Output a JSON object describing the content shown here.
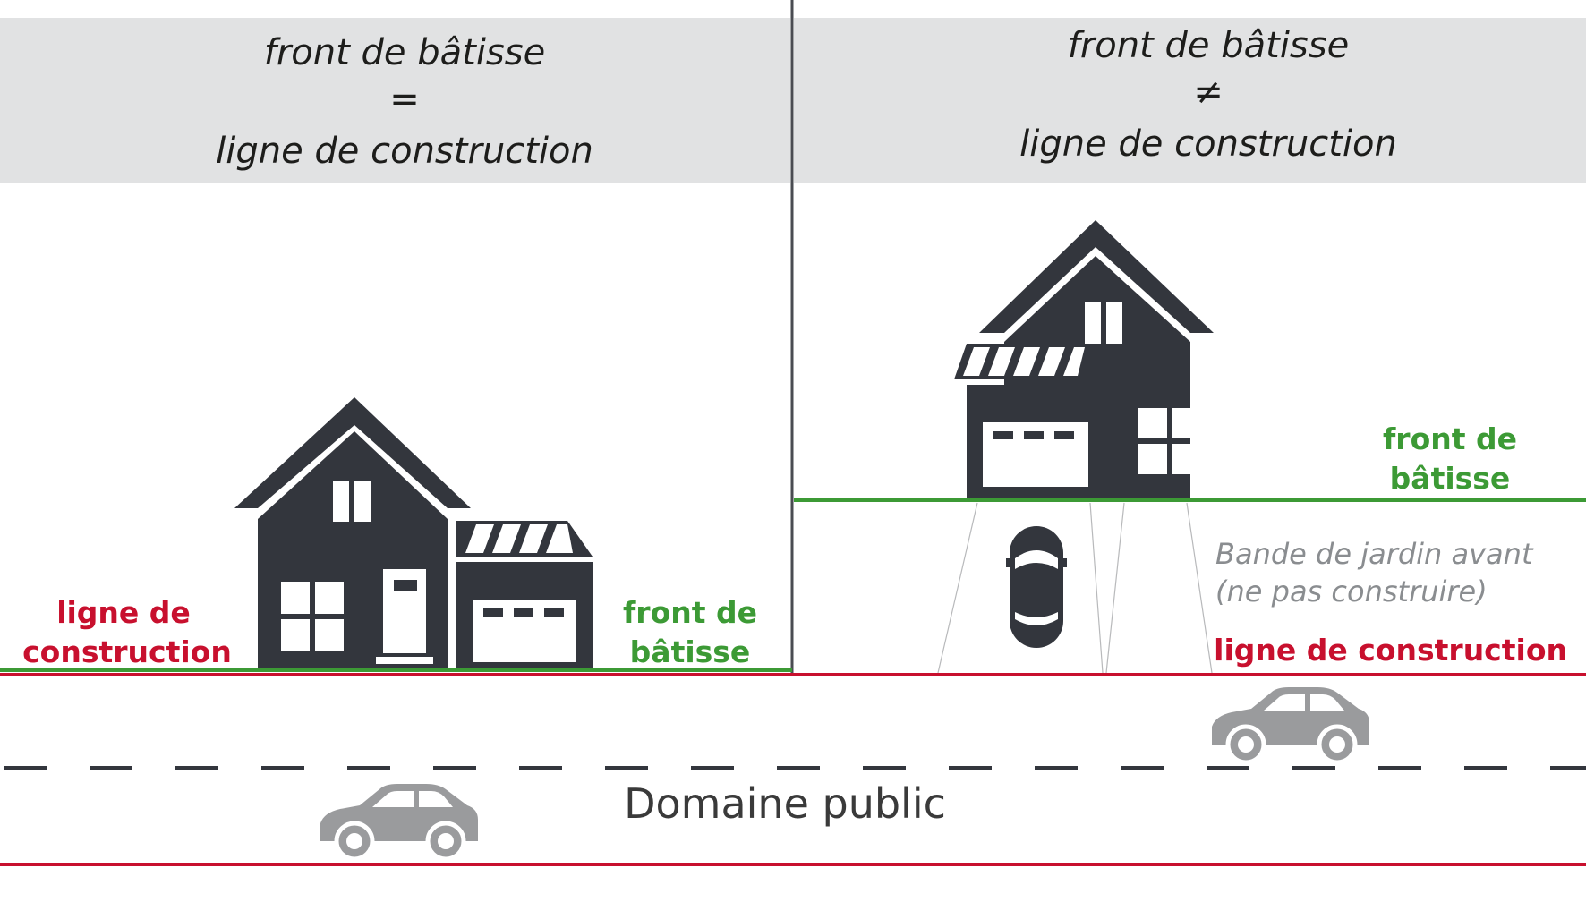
{
  "panels": {
    "left": {
      "header": [
        "front de bâtisse",
        "=",
        "ligne de construction"
      ],
      "construction_label": [
        "ligne de",
        "construction"
      ],
      "front_label": [
        "front de",
        "bâtisse"
      ]
    },
    "right": {
      "header": [
        "front de bâtisse",
        "≠",
        "ligne de construction"
      ],
      "front_label": [
        "front de",
        "bâtisse"
      ],
      "garden_label": [
        "Bande de jardin avant",
        "(ne pas construire)"
      ],
      "construction_label": "ligne de construction"
    }
  },
  "road": {
    "label": "Domaine public"
  },
  "colors": {
    "header_bg": "#e1e2e3",
    "house": "#33363d",
    "construction_line": "#c8102e",
    "front_line": "#3c9a35",
    "car": "#9a9b9d",
    "divider": "#4a4c52"
  },
  "icons": [
    "house-icon",
    "house-icon",
    "car-icon",
    "car-icon",
    "car-top-view-icon"
  ]
}
